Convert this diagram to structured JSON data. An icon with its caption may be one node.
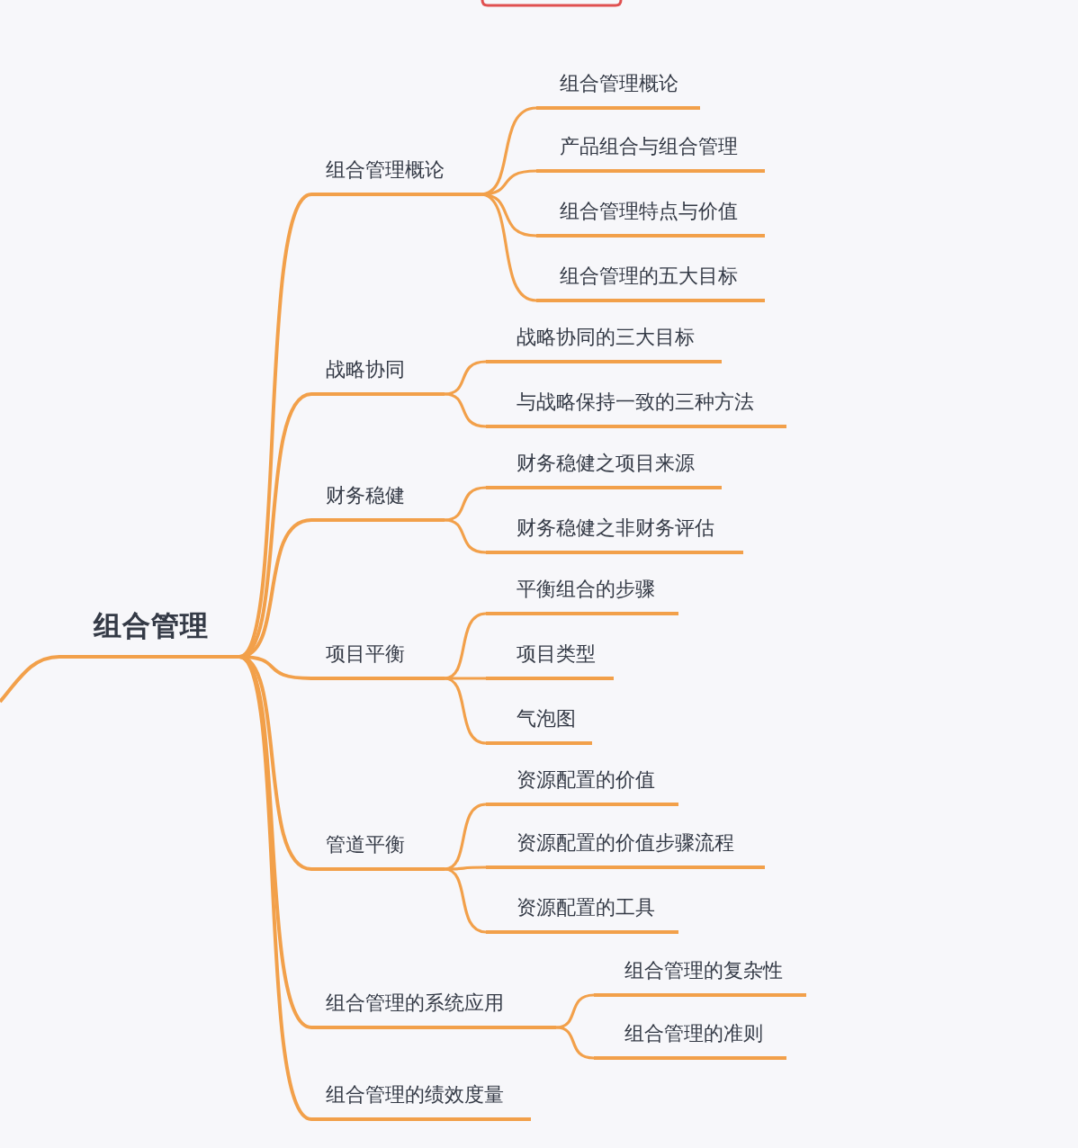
{
  "diagram": {
    "nodes": [
      {
        "text": [
          "组合管理"
        ]
      },
      {
        "text": [
          "组合管理概论"
        ]
      },
      {
        "text": [
          "组合管理概论"
        ]
      },
      {
        "text": [
          "产品组合与组合管理"
        ]
      },
      {
        "text": [
          "组合管理特点与价值"
        ]
      },
      {
        "text": [
          "组合管理的五大目标"
        ]
      },
      {
        "text": [
          "战略协同"
        ]
      },
      {
        "text": [
          "战略协同的三大目标"
        ]
      },
      {
        "text": [
          "与战略保持一致的三种方法"
        ]
      },
      {
        "text": [
          "财务稳健"
        ]
      },
      {
        "text": [
          "财务稳健之项目来源"
        ]
      },
      {
        "text": [
          "财务稳健之非财务评估"
        ]
      },
      {
        "text": [
          "项目平衡"
        ]
      },
      {
        "text": [
          "平衡组合的步骤"
        ]
      },
      {
        "text": [
          "项目类型"
        ]
      },
      {
        "text": [
          "气泡图"
        ]
      },
      {
        "text": [
          "管道平衡"
        ]
      },
      {
        "text": [
          "资源配置的价值"
        ]
      },
      {
        "text": [
          "资源配置的价值步骤流程"
        ]
      },
      {
        "text": [
          "资源配置的工具"
        ]
      },
      {
        "text": [
          "组合管理的系统应用"
        ]
      },
      {
        "text": [
          "组合管理的复杂性"
        ]
      },
      {
        "text": [
          "组合管理的准则"
        ]
      },
      {
        "text": [
          "组合管理的绩效度量"
        ]
      }
    ],
    "edges": [
      {
        "from": null,
        "to": 0,
        "arrow": "none"
      },
      {
        "from": 0,
        "to": 1,
        "arrow": "none"
      },
      {
        "from": 1,
        "to": 2,
        "arrow": "none"
      },
      {
        "from": 1,
        "to": 3,
        "arrow": "none"
      },
      {
        "from": 1,
        "to": 4,
        "arrow": "none"
      },
      {
        "from": 1,
        "to": 5,
        "arrow": "none"
      },
      {
        "from": 0,
        "to": 6,
        "arrow": "none"
      },
      {
        "from": 6,
        "to": 7,
        "arrow": "none"
      },
      {
        "from": 6,
        "to": 8,
        "arrow": "none"
      },
      {
        "from": 0,
        "to": 9,
        "arrow": "none"
      },
      {
        "from": 9,
        "to": 10,
        "arrow": "none"
      },
      {
        "from": 9,
        "to": 11,
        "arrow": "none"
      },
      {
        "from": 0,
        "to": 12,
        "arrow": "none"
      },
      {
        "from": 12,
        "to": 13,
        "arrow": "none"
      },
      {
        "from": 12,
        "to": 14,
        "arrow": "none"
      },
      {
        "from": 12,
        "to": 15,
        "arrow": "none"
      },
      {
        "from": 0,
        "to": 16,
        "arrow": "none"
      },
      {
        "from": 16,
        "to": 17,
        "arrow": "none"
      },
      {
        "from": 16,
        "to": 18,
        "arrow": "none"
      },
      {
        "from": 16,
        "to": 19,
        "arrow": "none"
      },
      {
        "from": 0,
        "to": 20,
        "arrow": "none"
      },
      {
        "from": 20,
        "to": 21,
        "arrow": "none"
      },
      {
        "from": 20,
        "to": 22,
        "arrow": "none"
      },
      {
        "from": 0,
        "to": 23,
        "arrow": "none"
      }
    ]
  }
}
